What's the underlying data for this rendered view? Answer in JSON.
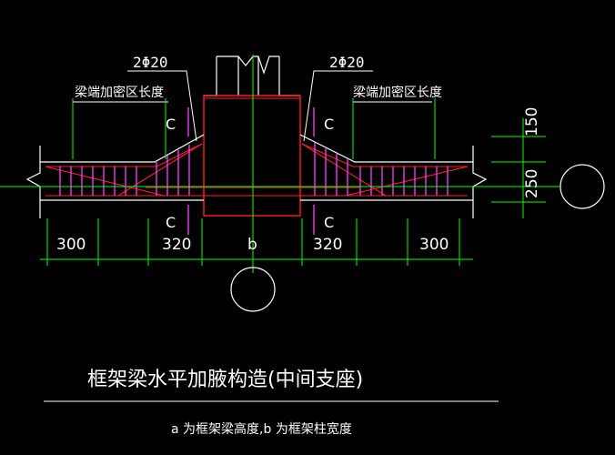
{
  "labels": {
    "rebar_left": "2Φ20",
    "rebar_right": "2Φ20",
    "zone_left": "梁端加密区长度",
    "zone_right": "梁端加密区长度",
    "c_top_left": "C",
    "c_top_right": "C",
    "c_bot_left": "C",
    "c_bot_right": "C"
  },
  "dimensions": {
    "d1": "300",
    "d2": "320",
    "d3": "b",
    "d4": "320",
    "d5": "300",
    "v_top": "150",
    "v_bottom": "250"
  },
  "title": "框架梁水平加腋构造(中间支座)",
  "subtitle": "a 为框架梁高度,b 为框架柱宽度",
  "colors": {
    "background": "#000000",
    "lines": "#ffffff",
    "dimension": "#00ff00",
    "rebar_red": "#ff2020",
    "stirrup_magenta": "#ff40ff",
    "column_red": "#ff2020"
  }
}
